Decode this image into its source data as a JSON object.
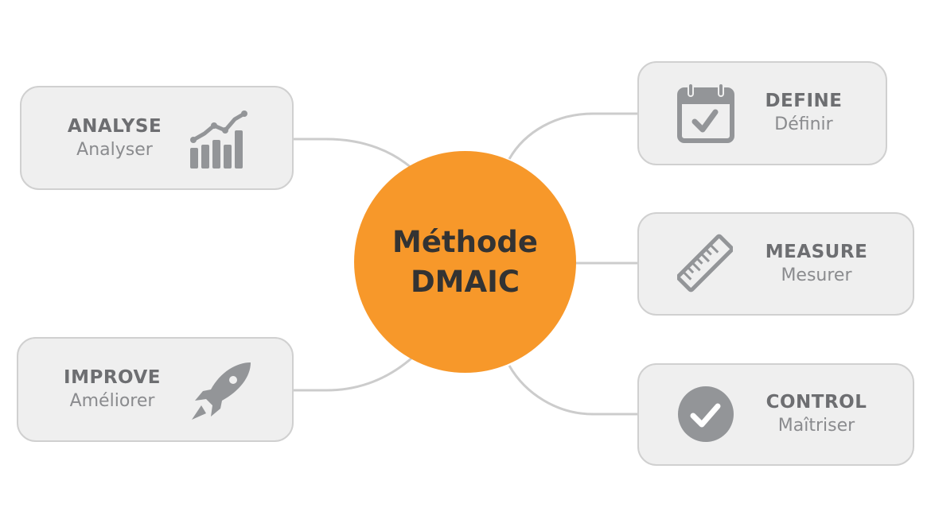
{
  "center": {
    "line1": "Méthode",
    "line2": "DMAIC",
    "color": "#f7982a"
  },
  "steps": {
    "analyse": {
      "title": "ANALYSE",
      "subtitle": "Analyser",
      "icon": "chart-growth-icon"
    },
    "improve": {
      "title": "IMPROVE",
      "subtitle": "Améliorer",
      "icon": "rocket-icon"
    },
    "define": {
      "title": "DEFINE",
      "subtitle": "Définir",
      "icon": "calendar-check-icon"
    },
    "measure": {
      "title": "MEASURE",
      "subtitle": "Mesurer",
      "icon": "ruler-icon"
    },
    "control": {
      "title": "CONTROL",
      "subtitle": "Maîtriser",
      "icon": "check-circle-icon"
    }
  },
  "colors": {
    "box_bg": "#efefef",
    "box_border": "#d0d0d0",
    "icon": "#939598",
    "connector": "#cccccc"
  }
}
